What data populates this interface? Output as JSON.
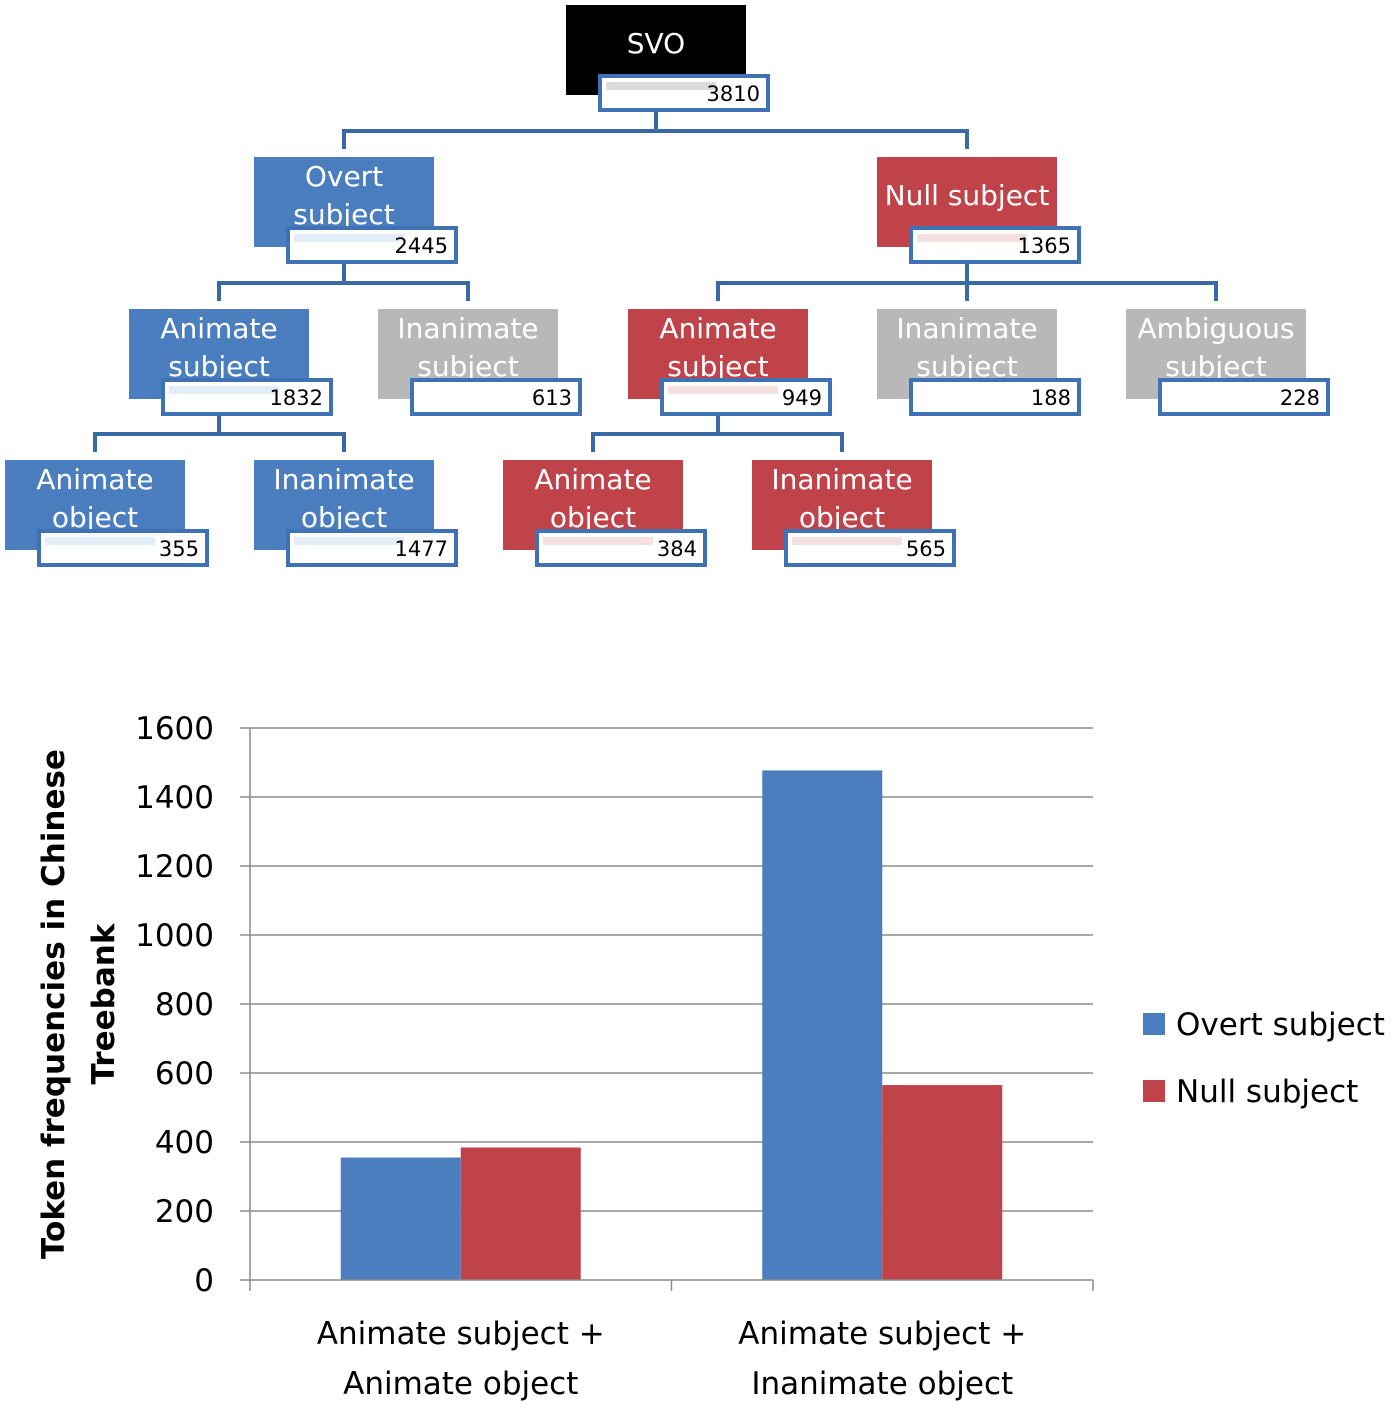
{
  "tree": {
    "line_color": "#3a6aa6",
    "nodes": [
      {
        "id": "svo",
        "lines": [
          "SVO"
        ],
        "count": "3810",
        "color": "#000000"
      },
      {
        "id": "overt",
        "lines": [
          "Overt",
          "subject"
        ],
        "count": "2445",
        "color": "#4a7ebf"
      },
      {
        "id": "null",
        "lines": [
          "Null subject"
        ],
        "count": "1365",
        "color": "#c0434a"
      },
      {
        "id": "overt-animate",
        "lines": [
          "Animate",
          "subject"
        ],
        "count": "1832",
        "color": "#4a7ebf"
      },
      {
        "id": "overt-inanimate",
        "lines": [
          "Inanimate",
          "subject"
        ],
        "count": "613",
        "color": "#b8b8b8"
      },
      {
        "id": "null-animate",
        "lines": [
          "Animate",
          "subject"
        ],
        "count": "949",
        "color": "#c0434a"
      },
      {
        "id": "null-inanimate",
        "lines": [
          "Inanimate",
          "subject"
        ],
        "count": "188",
        "color": "#b8b8b8"
      },
      {
        "id": "null-ambiguous",
        "lines": [
          "Ambiguous",
          "subject"
        ],
        "count": "228",
        "color": "#b8b8b8"
      },
      {
        "id": "overt-animate-animobj",
        "lines": [
          "Animate",
          "object"
        ],
        "count": "355",
        "color": "#4a7ebf"
      },
      {
        "id": "overt-animate-inanimobj",
        "lines": [
          "Inanimate",
          "object"
        ],
        "count": "1477",
        "color": "#4a7ebf"
      },
      {
        "id": "null-animate-animobj",
        "lines": [
          "Animate",
          "object"
        ],
        "count": "384",
        "color": "#c0434a"
      },
      {
        "id": "null-animate-inanimobj",
        "lines": [
          "Inanimate",
          "object"
        ],
        "count": "565",
        "color": "#c0434a"
      }
    ]
  },
  "chart_data": {
    "type": "bar",
    "categories": [
      [
        "Animate subject +",
        "Animate object"
      ],
      [
        "Animate subject +",
        "Inanimate object"
      ]
    ],
    "series": [
      {
        "name": "Overt subject",
        "color": "#4a7ebf",
        "values": [
          355,
          1477
        ]
      },
      {
        "name": "Null subject",
        "color": "#c0434a",
        "values": [
          384,
          565
        ]
      }
    ],
    "ylabel_lines": [
      "Token frequencies in Chinese",
      "Treebank"
    ],
    "ylim": [
      0,
      1600
    ],
    "yticks": [
      0,
      200,
      400,
      600,
      800,
      1000,
      1200,
      1400,
      1600
    ],
    "grid": true,
    "legend": "right"
  }
}
